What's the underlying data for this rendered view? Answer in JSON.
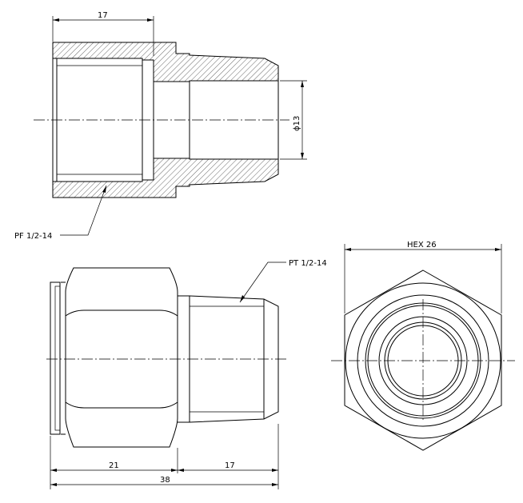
{
  "dimensions": {
    "top_length": "17",
    "bore_diameter": "ϕ13",
    "hex_width": "HEX 26",
    "hex_length": "21",
    "thread_length": "17",
    "overall_length": "38"
  },
  "callouts": {
    "female_thread": "PF 1/2-14",
    "male_thread": "PT 1/2-14"
  }
}
